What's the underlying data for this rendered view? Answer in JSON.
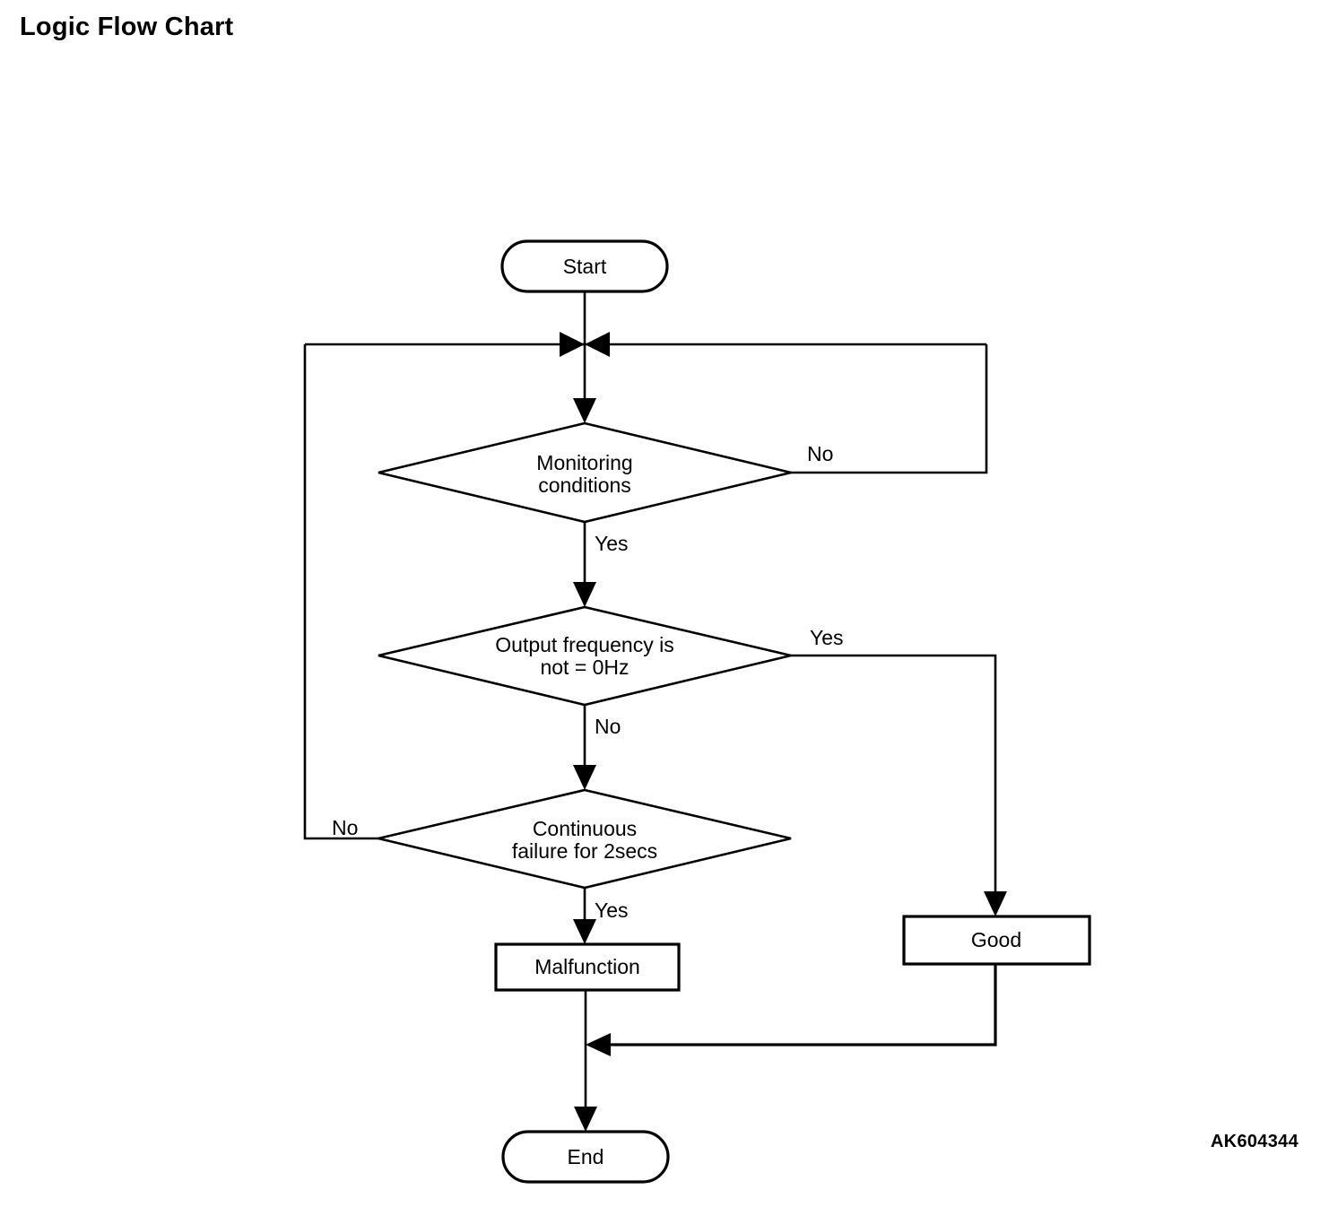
{
  "page": {
    "title": "Logic Flow Chart",
    "figure_code": "AK604344",
    "background_color": "#ffffff",
    "line_color": "#000000"
  },
  "chart_data": {
    "type": "diagram",
    "diagram_type": "flowchart",
    "title": "Logic Flow Chart",
    "orientation": "top-to-bottom",
    "nodes": [
      {
        "id": "start",
        "shape": "terminator",
        "label": "Start"
      },
      {
        "id": "merge_top",
        "shape": "junction",
        "label": ""
      },
      {
        "id": "monitoring",
        "shape": "decision",
        "label": "Monitoring conditions",
        "line1": "Monitoring",
        "line2": "conditions"
      },
      {
        "id": "frequency",
        "shape": "decision",
        "label": "Output frequency is not = 0Hz",
        "line1": "Output frequency is",
        "line2": "not = 0Hz"
      },
      {
        "id": "continuous",
        "shape": "decision",
        "label": "Continuous failure for 2secs",
        "line1": "Continuous",
        "line2": "failure for 2secs"
      },
      {
        "id": "malfunction",
        "shape": "process",
        "label": "Malfunction"
      },
      {
        "id": "good",
        "shape": "process",
        "label": "Good"
      },
      {
        "id": "merge_bot",
        "shape": "junction",
        "label": ""
      },
      {
        "id": "end",
        "shape": "terminator",
        "label": "End"
      }
    ],
    "edges": [
      {
        "from": "start",
        "to": "merge_top",
        "label": "",
        "arrow": true
      },
      {
        "from": "merge_top",
        "to": "monitoring",
        "label": "",
        "arrow": true
      },
      {
        "from": "monitoring",
        "to": "merge_top",
        "label": "No",
        "arrow": true,
        "route": "right-loop-up"
      },
      {
        "from": "monitoring",
        "to": "frequency",
        "label": "Yes",
        "arrow": true,
        "route": "down"
      },
      {
        "from": "frequency",
        "to": "good",
        "label": "Yes",
        "arrow": true,
        "route": "right-then-down"
      },
      {
        "from": "frequency",
        "to": "continuous",
        "label": "No",
        "arrow": true,
        "route": "down"
      },
      {
        "from": "continuous",
        "to": "merge_top",
        "label": "No",
        "arrow": true,
        "route": "left-loop-up"
      },
      {
        "from": "continuous",
        "to": "malfunction",
        "label": "Yes",
        "arrow": true,
        "route": "down"
      },
      {
        "from": "malfunction",
        "to": "merge_bot",
        "label": "",
        "arrow": false,
        "route": "down"
      },
      {
        "from": "good",
        "to": "merge_bot",
        "label": "",
        "arrow": true,
        "route": "down-then-left"
      },
      {
        "from": "merge_bot",
        "to": "end",
        "label": "",
        "arrow": true,
        "route": "down"
      }
    ],
    "edge_labels": [
      "No",
      "Yes",
      "Yes",
      "No",
      "No",
      "Yes"
    ]
  },
  "labels": {
    "start": "Start",
    "monitoring_l1": "Monitoring",
    "monitoring_l2": "conditions",
    "monitoring_no": "No",
    "monitoring_yes": "Yes",
    "frequency_l1": "Output frequency is",
    "frequency_l2": "not = 0Hz",
    "frequency_yes": "Yes",
    "frequency_no": "No",
    "continuous_l1": "Continuous",
    "continuous_l2": "failure for 2secs",
    "continuous_no": "No",
    "continuous_yes": "Yes",
    "malfunction": "Malfunction",
    "good": "Good",
    "end": "End"
  }
}
